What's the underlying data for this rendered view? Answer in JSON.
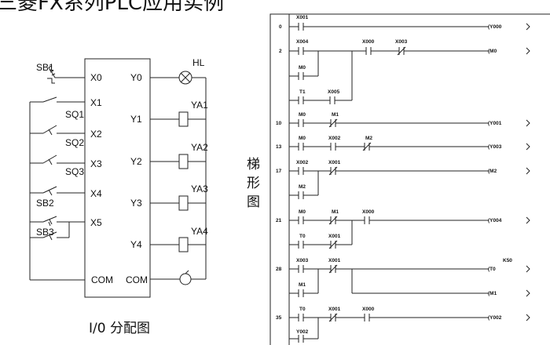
{
  "page": {
    "heading": "三菱FX系列PLC应用实例",
    "io_caption": "I/0 分配图",
    "ladder_caption": "梯形图"
  },
  "io": {
    "inputs": [
      {
        "terminal": "X0",
        "device": "SB1"
      },
      {
        "terminal": "X1",
        "device": ""
      },
      {
        "terminal": "X2",
        "device": "SQ1"
      },
      {
        "terminal": "X3",
        "device": "SQ2"
      },
      {
        "terminal": "X4",
        "device": "SQ3"
      },
      {
        "terminal": "X5",
        "device": "SB2"
      }
    ],
    "extra_input_device": "SB3",
    "outputs": [
      {
        "terminal": "Y0",
        "device": "HL"
      },
      {
        "terminal": "Y1",
        "device": "YA1"
      },
      {
        "terminal": "Y2",
        "device": "YA2"
      },
      {
        "terminal": "Y3",
        "device": "YA3"
      },
      {
        "terminal": "Y4",
        "device": "YA4"
      }
    ],
    "com_left": "COM",
    "com_right": "COM"
  },
  "ladder": {
    "steps": [
      "0",
      "2",
      "10",
      "13",
      "17",
      "21",
      "28",
      "35"
    ],
    "contacts": [
      "X001",
      "X004",
      "X000",
      "X003",
      "M0",
      "T1",
      "X005",
      "M0",
      "M1",
      "M0",
      "X002",
      "M2",
      "X002",
      "X001",
      "M2",
      "M0",
      "M1",
      "X000",
      "T0",
      "X001",
      "X003",
      "X001",
      "M1",
      "T0",
      "X001",
      "X000",
      "Y002"
    ],
    "coils": [
      "Y000",
      "M0",
      "Y001",
      "Y003",
      "M2",
      "Y004",
      "T0",
      "M1",
      "Y002"
    ],
    "timer_const": "K50"
  }
}
